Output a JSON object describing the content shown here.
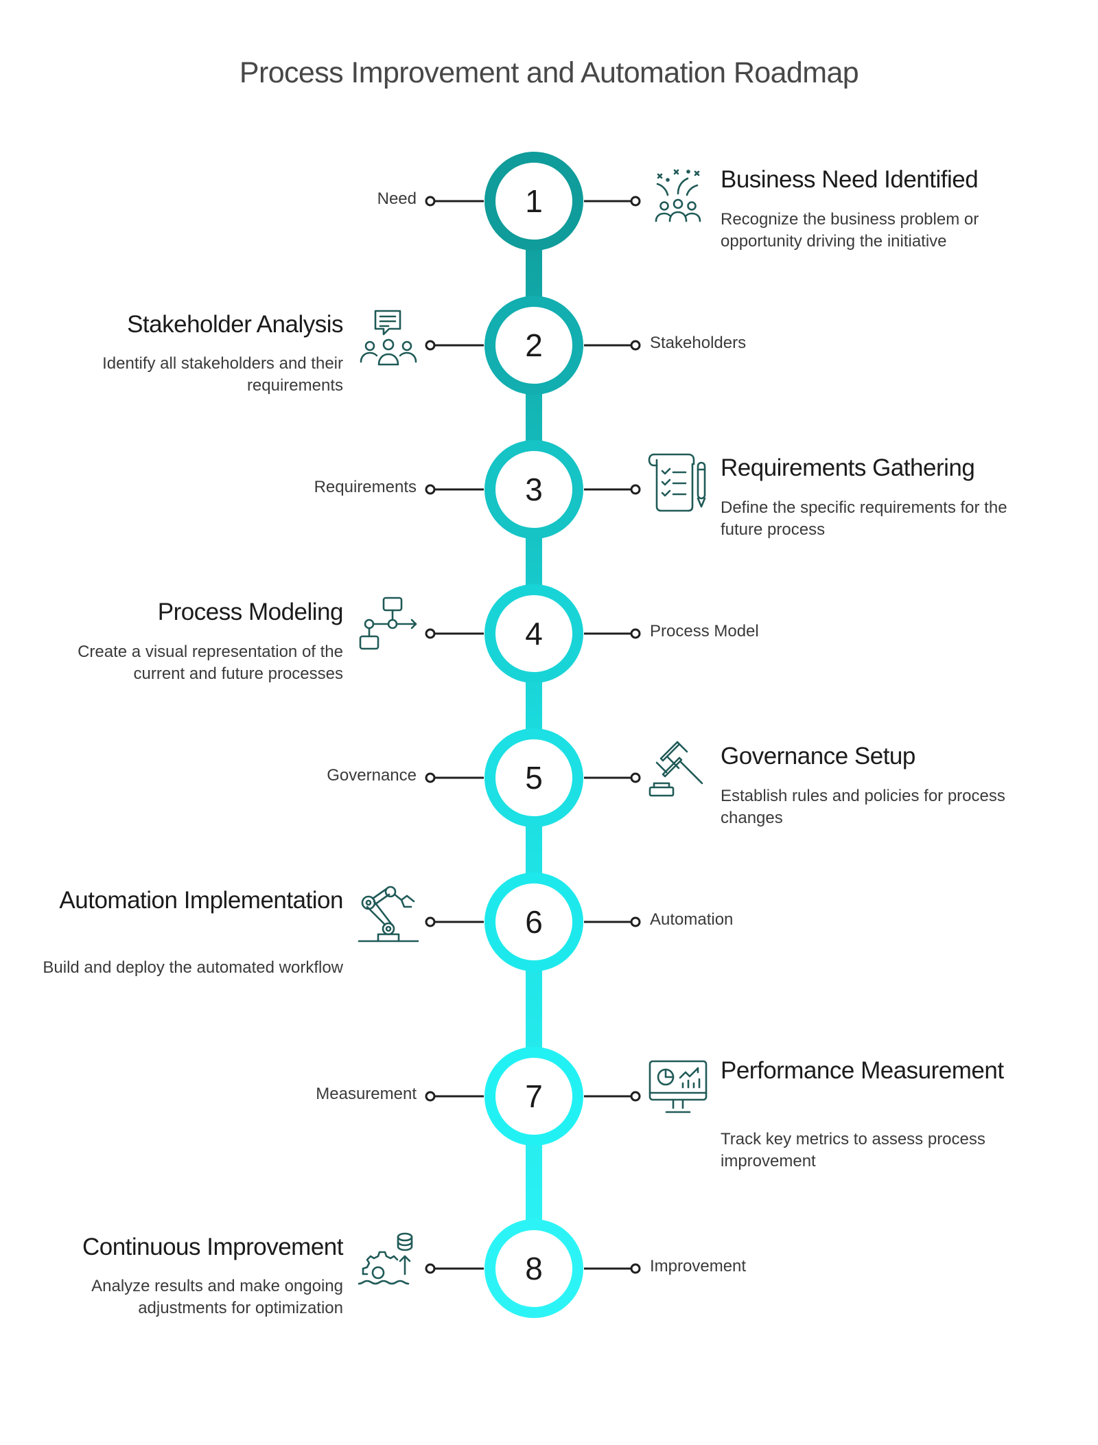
{
  "title": "Process Improvement and Automation Roadmap",
  "stages": [
    {
      "number": "1",
      "label": "Need",
      "title": "Business Need Identified",
      "description": "Recognize the business problem or opportunity driving the initiative",
      "icon": "celebrating-team-icon",
      "color": "#0f9c9a"
    },
    {
      "number": "2",
      "label": "Stakeholders",
      "title": "Stakeholder Analysis",
      "description": "Identify all stakeholders and their requirements",
      "icon": "stakeholders-chat-icon",
      "color": "#12aeb0"
    },
    {
      "number": "3",
      "label": "Requirements",
      "title": "Requirements Gathering",
      "description": "Define the specific requirements for the future process",
      "icon": "checklist-scroll-icon",
      "color": "#16c3c5"
    },
    {
      "number": "4",
      "label": "Process Model",
      "title": "Process Modeling",
      "description": "Create a visual representation of the current and future processes",
      "icon": "flowchart-icon",
      "color": "#19d4d7"
    },
    {
      "number": "5",
      "label": "Governance",
      "title": "Governance Setup",
      "description": "Establish rules and policies for process changes",
      "icon": "gavel-icon",
      "color": "#1ce0e3"
    },
    {
      "number": "6",
      "label": "Automation",
      "title": "Automation Implementation",
      "description": "Build and deploy the automated workflow",
      "icon": "robotic-arm-icon",
      "color": "#1de9ec"
    },
    {
      "number": "7",
      "label": "Measurement",
      "title": "Performance Measurement",
      "description": "Track key metrics to assess process improvement",
      "icon": "analytics-monitor-icon",
      "color": "#22f1f4"
    },
    {
      "number": "8",
      "label": "Improvement",
      "title": "Continuous Improvement",
      "description": "Analyze results and make ongoing adjustments for optimization",
      "icon": "gear-database-icon",
      "color": "#2cf4f6"
    }
  ],
  "colors": {
    "icon_stroke": "#1f5a57",
    "connector": "#1f1f1f",
    "spine": "#16c9cc"
  }
}
